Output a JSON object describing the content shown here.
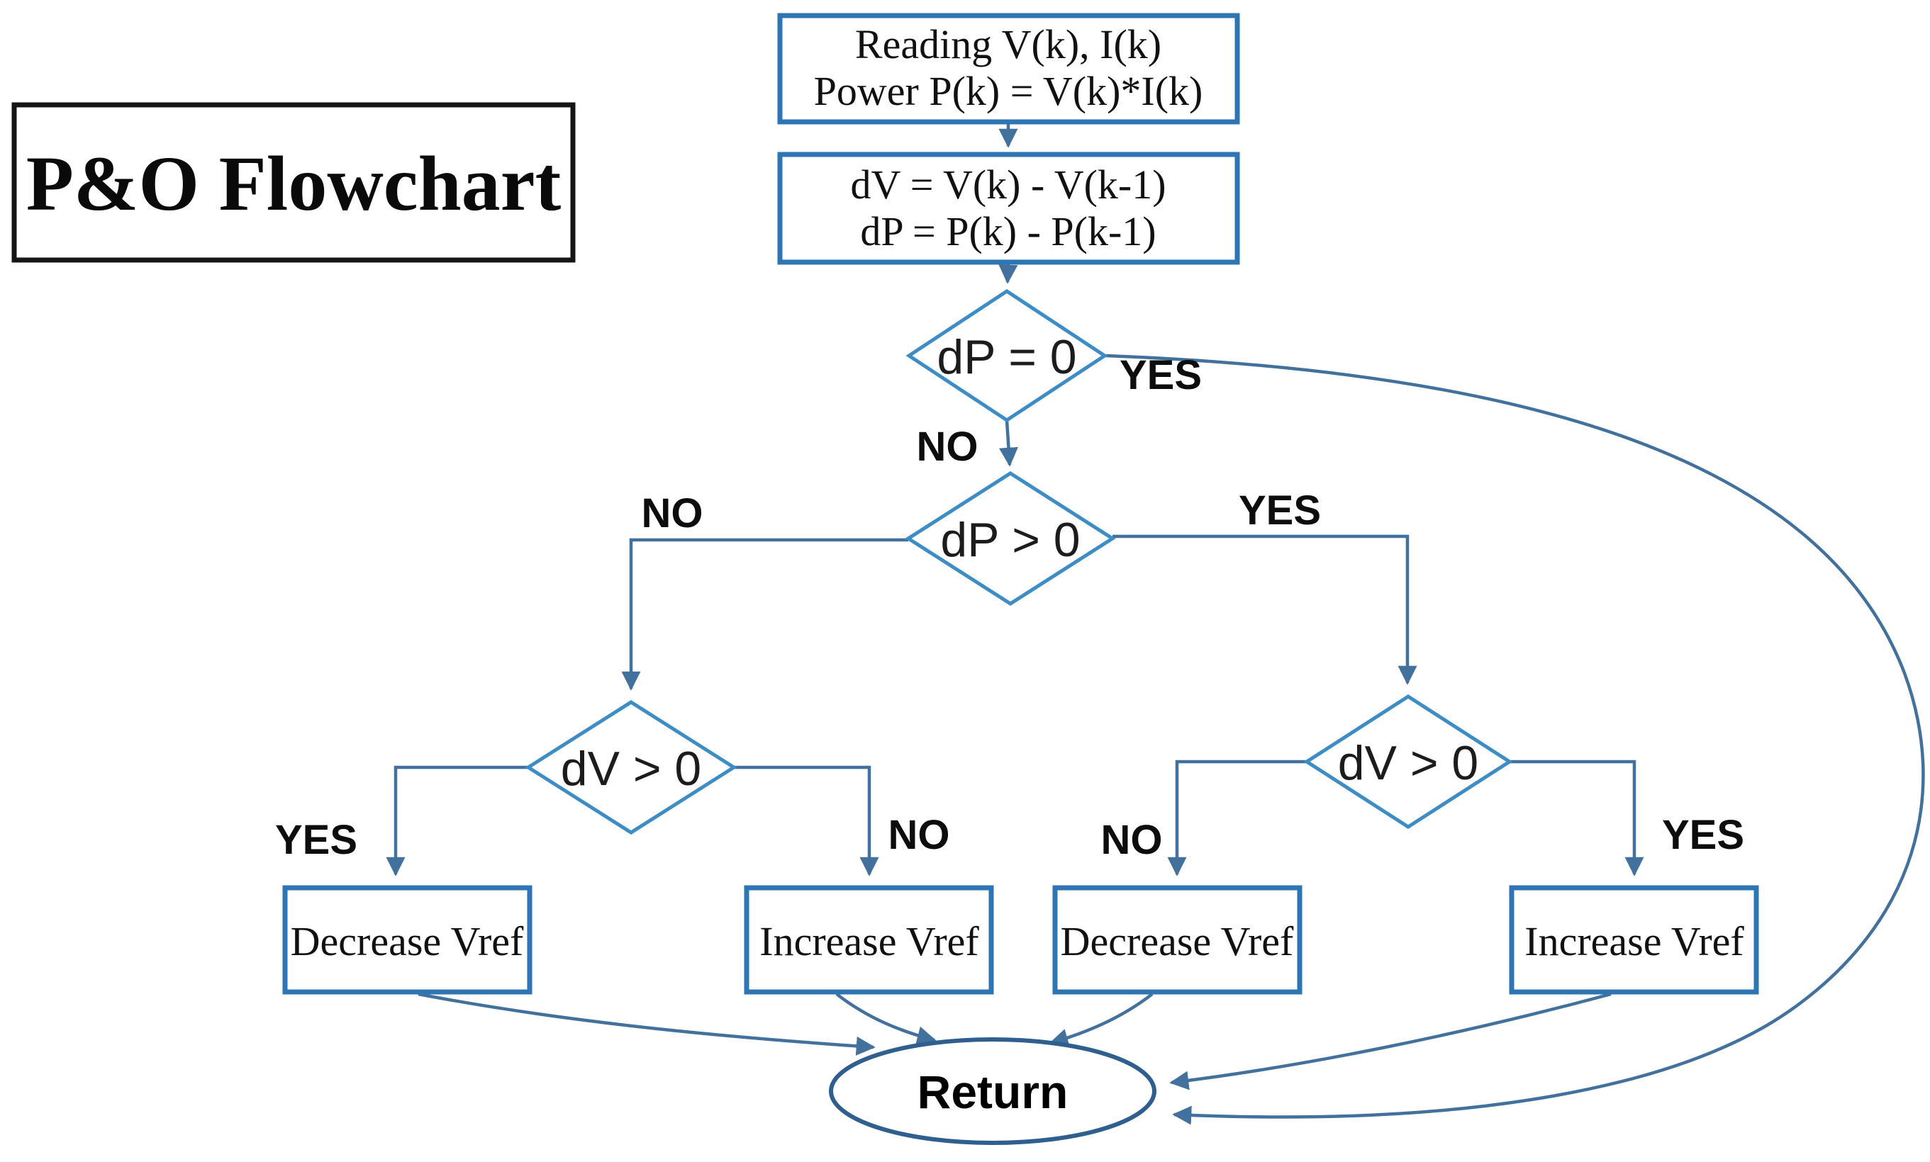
{
  "title": "P&O Flowchart",
  "colors": {
    "shape_stroke": "#2E75B6",
    "diamond_stroke": "#3C8DC5",
    "connector": "#41719C",
    "ellipse_stroke": "#2F5F8F",
    "text": "#111111"
  },
  "nodes": {
    "read": {
      "line1": "Reading V(k), I(k)",
      "line2": "Power P(k) = V(k)*I(k)"
    },
    "delta": {
      "line1": "dV = V(k) - V(k-1)",
      "line2": "dP = P(k) - P(k-1)"
    },
    "d1": {
      "label": "dP = 0"
    },
    "d2": {
      "label": "dP > 0"
    },
    "d3": {
      "label": "dV > 0"
    },
    "d4": {
      "label": "dV > 0"
    },
    "box_decrease_left": {
      "label": "Decrease Vref"
    },
    "box_increase_left": {
      "label": "Increase Vref"
    },
    "box_decrease_right": {
      "label": "Decrease Vref"
    },
    "box_increase_right": {
      "label": "Increase Vref"
    },
    "return": {
      "label": "Return"
    }
  },
  "edge_labels": {
    "d1_yes": "YES",
    "d1_no": "NO",
    "d2_no": "NO",
    "d2_yes": "YES",
    "d3_yes": "YES",
    "d3_no": "NO",
    "d4_no": "NO",
    "d4_yes": "YES"
  }
}
